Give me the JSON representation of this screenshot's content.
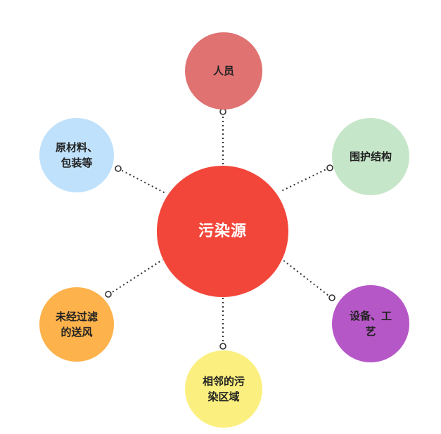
{
  "diagram": {
    "center": {
      "label": "污染源",
      "color": "#f2463a"
    },
    "nodes": [
      {
        "id": "top",
        "label": "人员",
        "color": "#e07272"
      },
      {
        "id": "right",
        "label": "围护结构",
        "color": "#c6e6c9"
      },
      {
        "id": "bottom-right",
        "label": "设备、工\n艺",
        "color": "#b657c7"
      },
      {
        "id": "bottom",
        "label": "相邻的污\n染区域",
        "color": "#fbf07f"
      },
      {
        "id": "bottom-left",
        "label": "未经过滤\n的送风",
        "color": "#fdb24c"
      },
      {
        "id": "left",
        "label": "原材料、\n包装等",
        "color": "#bfe1fb"
      }
    ],
    "connector_style": "dotted"
  }
}
